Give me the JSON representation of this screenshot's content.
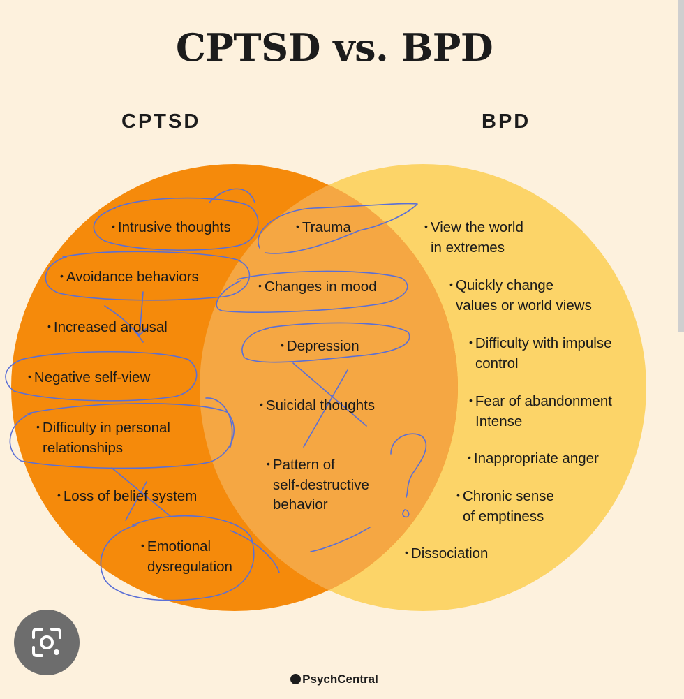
{
  "title": "CPTSD vs. BPD",
  "sets": {
    "left": {
      "label": "CPTSD",
      "color": "#f58a0b"
    },
    "right": {
      "label": "BPD",
      "color": "#fcd468"
    },
    "overlap_color": "#f5a743"
  },
  "cptsd_items": [
    [
      "Intrusive thoughts"
    ],
    [
      "Avoidance behaviors"
    ],
    [
      "Increased arousal"
    ],
    [
      "Negative self-view"
    ],
    [
      "Difficulty in personal",
      "relationships"
    ],
    [
      "Loss of belief system"
    ],
    [
      "Emotional",
      "dysregulation"
    ]
  ],
  "shared_items": [
    [
      "Trauma"
    ],
    [
      "Changes in mood"
    ],
    [
      "Depression"
    ],
    [
      "Suicidal thoughts"
    ],
    [
      "Pattern of",
      "self-destructive",
      "behavior"
    ]
  ],
  "bpd_items": [
    [
      "View the world",
      "in extremes"
    ],
    [
      "Quickly change",
      "values or world views"
    ],
    [
      "Difficulty with impulse",
      "control"
    ],
    [
      "Fear of abandonment",
      "Intense"
    ],
    [
      "Inappropriate anger"
    ],
    [
      "Chronic sense",
      "of emptiness"
    ],
    [
      "Dissociation"
    ]
  ],
  "bullet": "•",
  "annotation_color": "#5a6fd6",
  "lens_button": {
    "icon": "lens-icon"
  },
  "footer": {
    "brand": "PsychCentral"
  }
}
